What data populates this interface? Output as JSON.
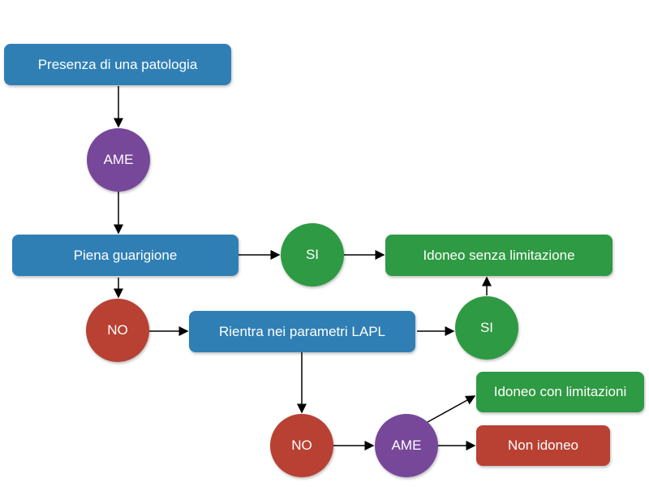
{
  "diagram": {
    "colors": {
      "process": "#2f7fb5",
      "yes": "#2e9a43",
      "no": "#b84133",
      "assessment": "#77479a",
      "arrow": "#000000"
    },
    "nodes": {
      "presenza": "Presenza di una patologia",
      "ame1": "AME",
      "piena": "Piena guarigione",
      "si1": "SI",
      "idoneo_senza": "Idoneo senza limitazione",
      "no1": "NO",
      "rientra": "Rientra nei parametri LAPL",
      "si2": "SI",
      "no2": "NO",
      "ame2": "AME",
      "idoneo_con": "Idoneo con limitazioni",
      "non_idoneo": "Non idoneo"
    },
    "edges": [
      {
        "from": "presenza",
        "to": "ame1"
      },
      {
        "from": "ame1",
        "to": "piena"
      },
      {
        "from": "piena",
        "to": "si1"
      },
      {
        "from": "si1",
        "to": "idoneo_senza"
      },
      {
        "from": "piena",
        "to": "no1"
      },
      {
        "from": "no1",
        "to": "rientra"
      },
      {
        "from": "rientra",
        "to": "si2"
      },
      {
        "from": "si2",
        "to": "idoneo_senza"
      },
      {
        "from": "rientra",
        "to": "no2"
      },
      {
        "from": "no2",
        "to": "ame2"
      },
      {
        "from": "ame2",
        "to": "idoneo_con"
      },
      {
        "from": "ame2",
        "to": "non_idoneo"
      }
    ]
  }
}
